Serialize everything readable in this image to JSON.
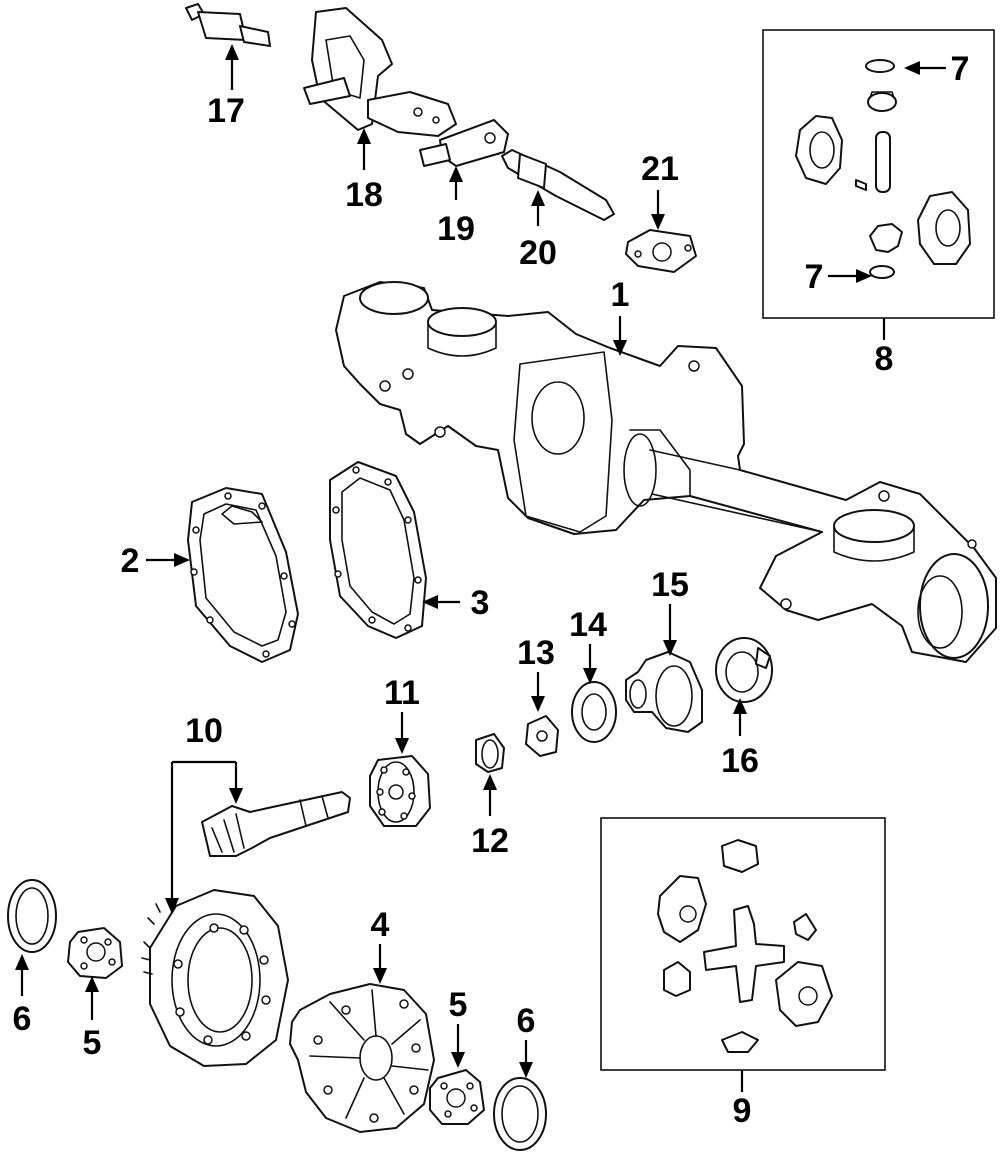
{
  "diagram": {
    "callouts": {
      "c1": "1",
      "c2": "2",
      "c3": "3",
      "c4": "4",
      "c5a": "5",
      "c5b": "5",
      "c6a": "6",
      "c6b": "6",
      "c7a": "7",
      "c7b": "7",
      "c8": "8",
      "c9": "9",
      "c10": "10",
      "c11": "11",
      "c12": "12",
      "c13": "13",
      "c14": "14",
      "c15": "15",
      "c16": "16",
      "c17": "17",
      "c18": "18",
      "c19": "19",
      "c20": "20",
      "c21": "21"
    }
  }
}
